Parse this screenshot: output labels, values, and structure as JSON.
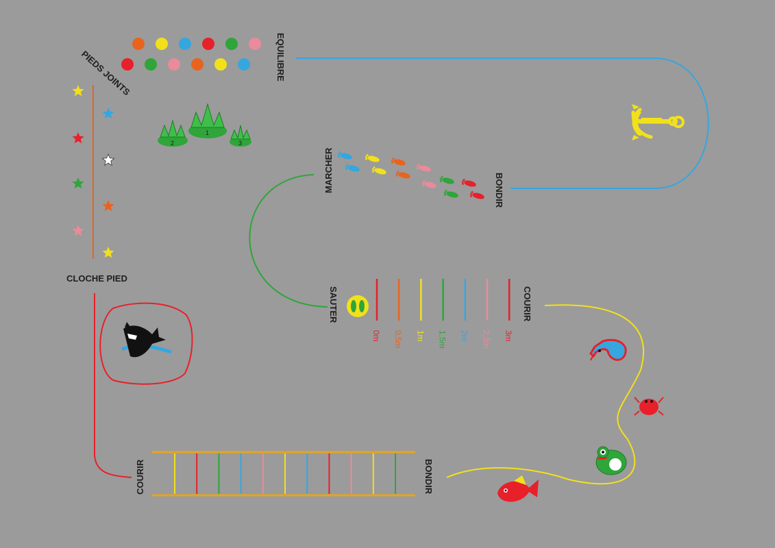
{
  "labels": {
    "equilibre": "EQUILIBRE",
    "pieds_joints": "PIEDS JOINTS",
    "cloche_pied": "CLOCHE PIED",
    "marcher": "MARCHER",
    "bondir_top": "BONDIR",
    "sauter": "SAUTER",
    "courir_right": "COURIR",
    "courir_bottom": "COURIR",
    "bondir_bottom": "BONDIR"
  },
  "distances": [
    {
      "label": "0m",
      "color": "#e8202a"
    },
    {
      "label": "0,5m",
      "color": "#e8641e"
    },
    {
      "label": "1m",
      "color": "#f2e11a"
    },
    {
      "label": "1,5m",
      "color": "#2fa53a"
    },
    {
      "label": "2m",
      "color": "#36a6df"
    },
    {
      "label": "2,5m",
      "color": "#e98b9a"
    },
    {
      "label": "3m",
      "color": "#e8202a"
    }
  ],
  "bushes": [
    "2",
    "1",
    "3"
  ],
  "dot_colors": {
    "row1": [
      "#e8641e",
      "#f2e11a",
      "#36a6df",
      "#e8202a",
      "#2fa53a",
      "#e98b9a"
    ],
    "row2": [
      "#e8202a",
      "#2fa53a",
      "#e98b9a",
      "#e8641e",
      "#f2e11a",
      "#36a6df"
    ]
  },
  "star_colors": {
    "left": [
      "#f2e11a",
      "#e8202a",
      "#2fa53a",
      "#e98b9a"
    ],
    "right": [
      "#36a6df",
      "#ffffff",
      "#e8641e",
      "#f2e11a"
    ]
  },
  "colors": {
    "background": "#9b9b9b",
    "red": "#e8202a",
    "orange": "#e8641e",
    "yellow": "#f2e11a",
    "green": "#2fa53a",
    "blue": "#36a6df",
    "pink": "#e98b9a"
  },
  "icons": [
    "shark-icon",
    "anchor-icon",
    "seahorse-icon",
    "crab-icon",
    "frog-icon",
    "fish-icon",
    "footprints-icon"
  ]
}
